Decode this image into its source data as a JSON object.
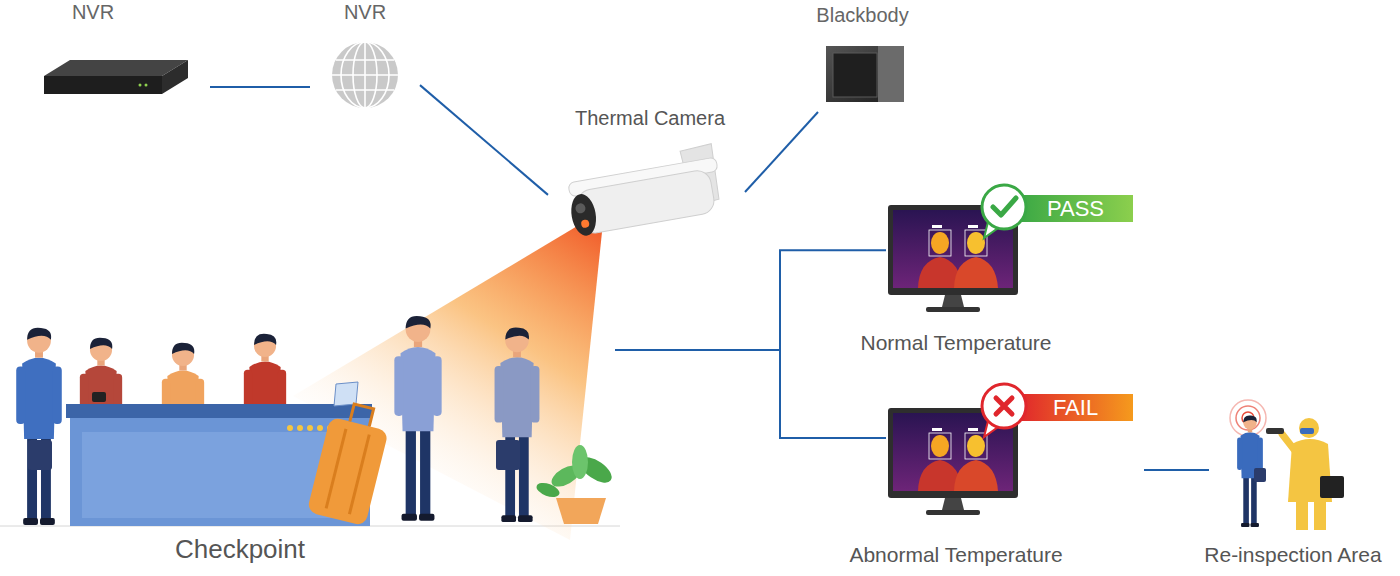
{
  "diagram": {
    "nodes": [
      {
        "text": [
          "NVR"
        ]
      },
      {
        "text": [
          "NVR"
        ]
      },
      {
        "text": [
          "Blackbody"
        ]
      },
      {
        "text": [
          "Thermal Camera"
        ]
      },
      {
        "text": [
          "Normal Temperature"
        ]
      },
      {
        "text": [
          "Abnormal Temperature"
        ]
      },
      {
        "text": [
          "Checkpoint"
        ]
      },
      {
        "text": [
          "Re-inspection Area"
        ]
      }
    ],
    "edges": [
      {
        "from": 0,
        "to": 1,
        "arrow": "none"
      },
      {
        "from": 1,
        "to": 3,
        "arrow": "none"
      },
      {
        "from": 3,
        "to": 2,
        "arrow": "none"
      },
      {
        "from": 6,
        "to": 4,
        "arrow": "none"
      },
      {
        "from": 6,
        "to": 5,
        "arrow": "none"
      },
      {
        "from": 5,
        "to": 7,
        "arrow": "none"
      }
    ],
    "labels": [
      "PASS",
      "FAIL"
    ]
  }
}
